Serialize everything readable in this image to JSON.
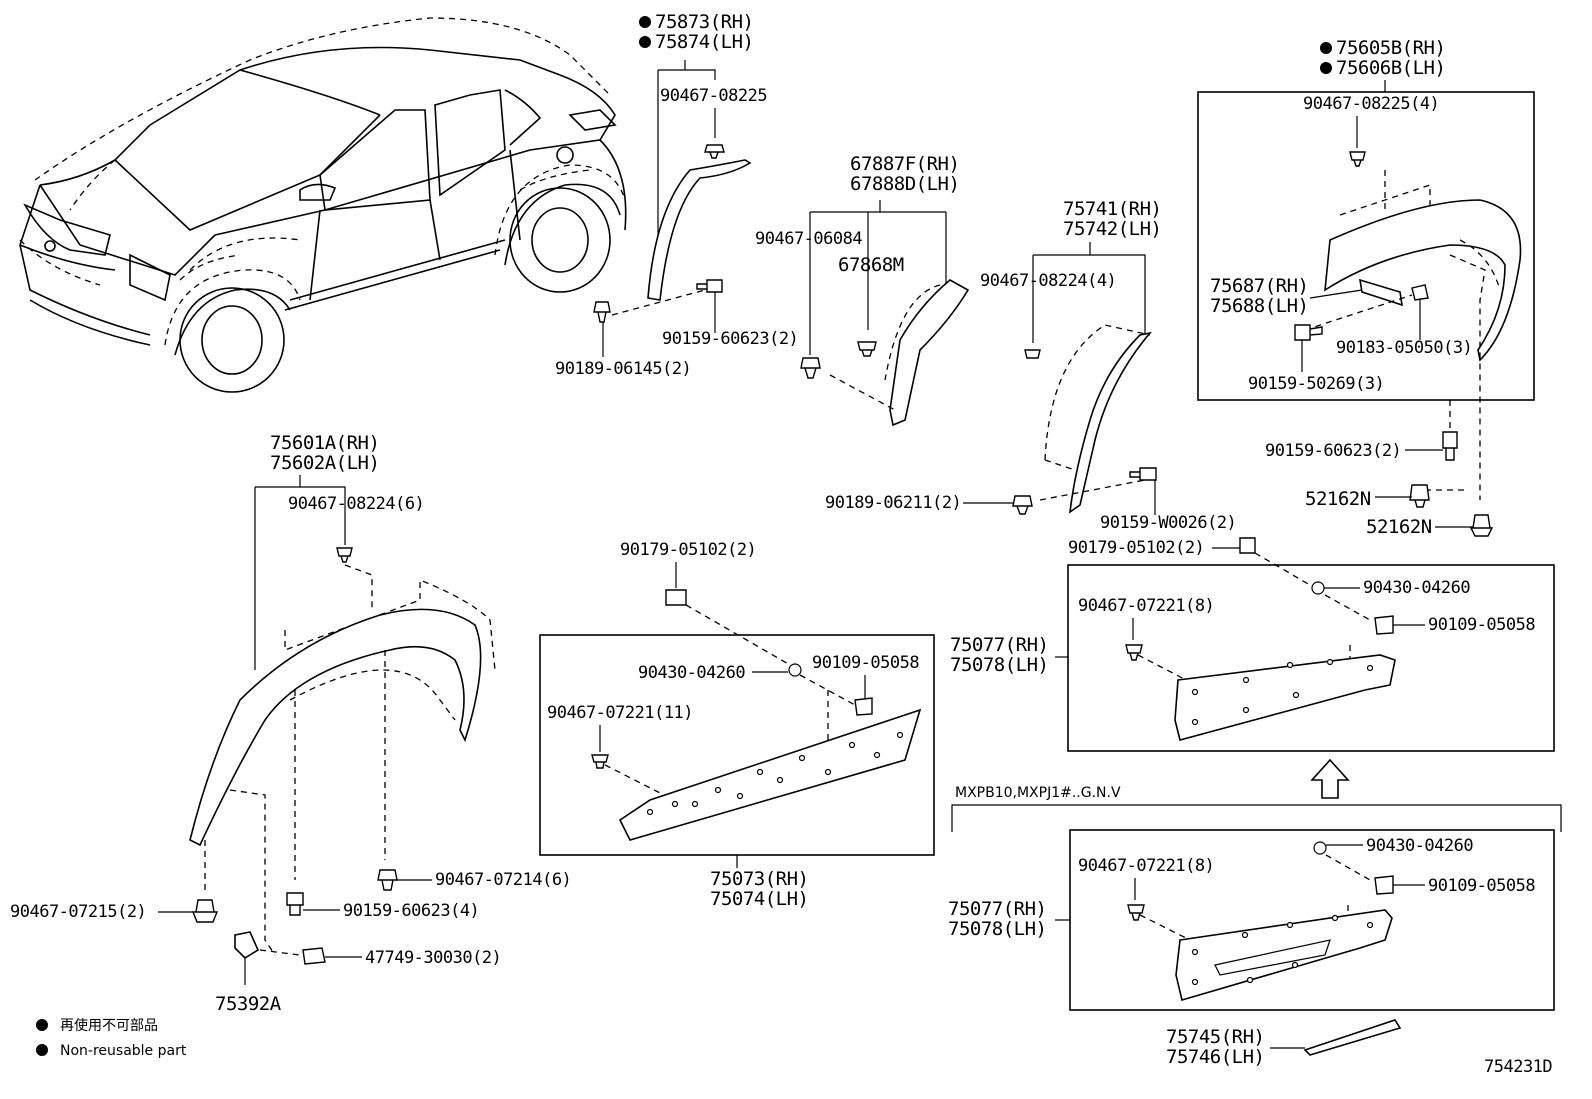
{
  "parts": {
    "p75873": "75873(RH)",
    "p75874": "75874(LH)",
    "p90467_08225_a": "90467-08225",
    "p90159_60623_2a": "90159-60623(2)",
    "p90189_06145": "90189-06145(2)",
    "p67887F": "67887F(RH)",
    "p67888D": "67888D(LH)",
    "p90467_06084": "90467-06084",
    "p67868M": "67868M",
    "p75741": "75741(RH)",
    "p75742": "75742(LH)",
    "p90467_08224_4": "90467-08224(4)",
    "p90189_06211": "90189-06211(2)",
    "p90159_W0026": "90159-W0026(2)",
    "p75605B": "75605B(RH)",
    "p75606B": "75606B(LH)",
    "p90467_08225_4": "90467-08225(4)",
    "p75687": "75687(RH)",
    "p75688": "75688(LH)",
    "p90183_05050": "90183-05050(3)",
    "p90159_50269": "90159-50269(3)",
    "p90159_60623_2b": "90159-60623(2)",
    "p52162N_a": "52162N",
    "p52162N_b": "52162N",
    "p75601A": "75601A(RH)",
    "p75602A": "75602A(LH)",
    "p90467_08224_6": "90467-08224(6)",
    "p90467_07214": "90467-07214(6)",
    "p90159_60623_4": "90159-60623(4)",
    "p90467_07215": "90467-07215(2)",
    "p47749_30030": "47749-30030(2)",
    "p75392A": "75392A",
    "p90179_05102_a": "90179-05102(2)",
    "p90430_04260_a": "90430-04260",
    "p90109_05058_a": "90109-05058",
    "p90467_07221_11": "90467-07221(11)",
    "p75073": "75073(RH)",
    "p75074": "75074(LH)",
    "p90179_05102_b": "90179-05102(2)",
    "p90430_04260_b": "90430-04260",
    "p90109_05058_b": "90109-05058",
    "p90467_07221_8a": "90467-07221(8)",
    "p75077_a": "75077(RH)",
    "p75078_a": "75078(LH)",
    "model_note": "MXPB10,MXPJ1#..G.N.V",
    "p90430_04260_c": "90430-04260",
    "p90109_05058_c": "90109-05058",
    "p90467_07221_8b": "90467-07221(8)",
    "p75077_b": "75077(RH)",
    "p75078_b": "75078(LH)",
    "p75745": "75745(RH)",
    "p75746": "75746(LH)"
  },
  "legend": {
    "jp": "再使用不可部品",
    "en": "Non-reusable part"
  },
  "diagram_id": "754231D"
}
